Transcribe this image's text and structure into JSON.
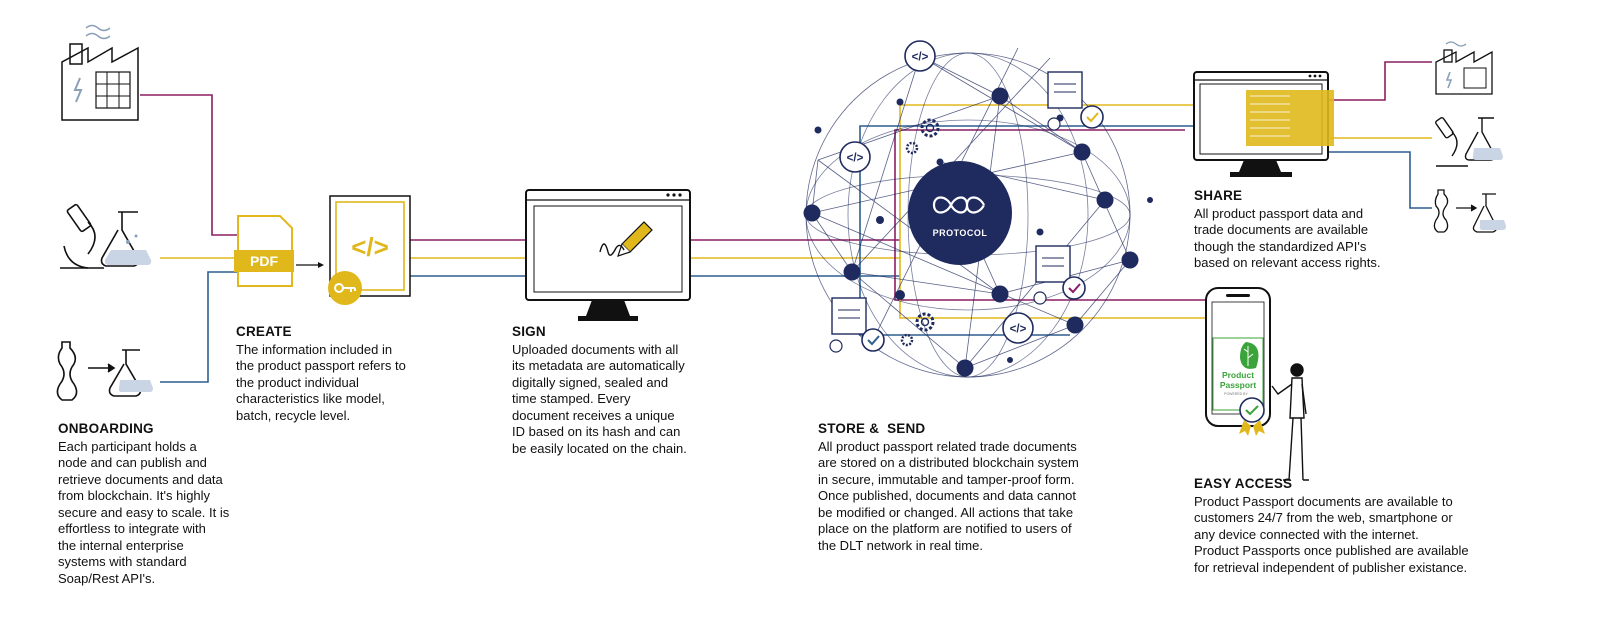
{
  "badges": {
    "pdf": "PDF",
    "code": "</>",
    "protocol": "PROTOCOL"
  },
  "phone": {
    "title_line1": "Product",
    "title_line2": "Passport",
    "powered": "POWERED BY"
  },
  "steps": {
    "onboarding": {
      "title": "ONBOARDING",
      "text": "Each participant holds a\nnode and can publish and\nretrieve documents and data\nfrom blockchain. It's highly\nsecure and easy to scale. It is\neffortless to integrate with\nthe internal enterprise\nsystems with standard\nSoap/Rest API's."
    },
    "create": {
      "title": "CREATE",
      "text": "The information included in\nthe product passport refers to\nthe product individual\ncharacteristics like model,\nbatch, recycle level."
    },
    "sign": {
      "title": "SIGN",
      "text": "Uploaded documents with all\nits metadata are automatically\ndigitally signed, sealed and\ntime stamped. Every\ndocument receives a unique\nID based on its hash and can\nbe easily located on the chain."
    },
    "store": {
      "title": "STORE &  SEND",
      "text": "All product passport related trade documents\nare stored on a distributed blockchain system\nin secure, immutable and tamper-proof form.\nOnce published, documents and data cannot\nbe modified or changed. All actions that take\nplace on the platform are notified to users of\nthe DLT network in real time."
    },
    "share": {
      "title": "SHARE",
      "text": "All product passport data and\ntrade documents are available\nthough the standardized API's\nbased on relevant access rights."
    },
    "access": {
      "title": "EASY ACCESS",
      "text": "Product Passport documents are available to\ncustomers 24/7 from the web, smartphone or\nany device connected with the internet.\nProduct Passports once published are available\nfor retrieval independent of publisher existance."
    }
  },
  "colors": {
    "navy": "#1f2a5e",
    "purple": "#8b1e63",
    "gold": "#e0b81c",
    "blue": "#2f5f8f",
    "green": "#3aa33a"
  }
}
